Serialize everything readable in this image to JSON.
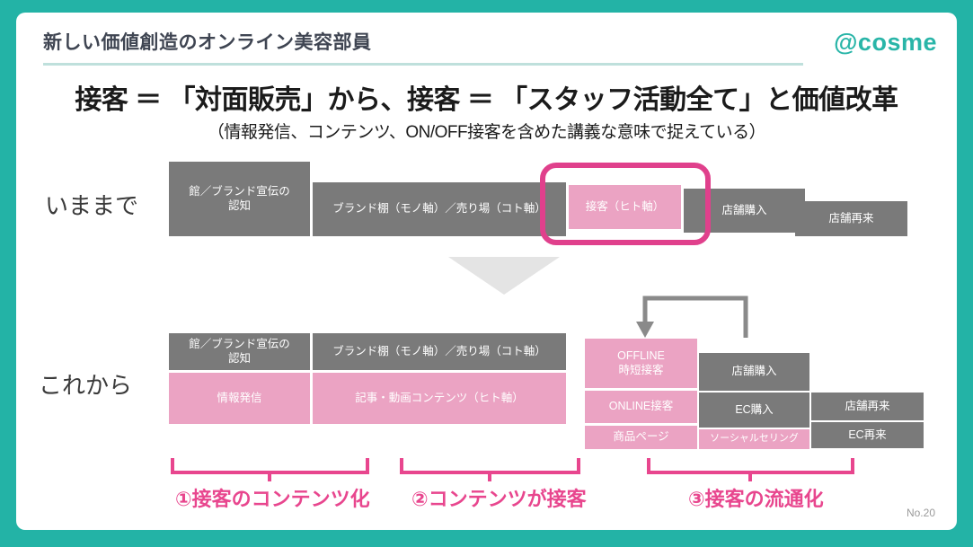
{
  "header": {
    "title": "新しい価値創造のオンライン美容部員",
    "logo": "@cosme"
  },
  "headline": {
    "main": "接客 ＝ 「対面販売」から、接客 ＝ 「スタッフ活動全て」と価値改革",
    "sub": "（情報発信、コンテンツ、ON/OFF接客を含めた講義な意味で捉えている）"
  },
  "rows": {
    "now_label": "いままで",
    "future_label": "これから"
  },
  "now_boxes": [
    {
      "text": "館／ブランド宣伝の\n認知",
      "color": "gray"
    },
    {
      "text": "ブランド棚（モノ軸）／売り場（コト軸）",
      "color": "gray"
    },
    {
      "text": "接客（ヒト軸）",
      "color": "pink"
    },
    {
      "text": "店舗購入",
      "color": "gray"
    },
    {
      "text": "店舗再来",
      "color": "gray"
    }
  ],
  "future_boxes": [
    {
      "text": "館／ブランド宣伝の\n認知",
      "color": "gray"
    },
    {
      "text": "ブランド棚（モノ軸）／売り場（コト軸）",
      "color": "gray"
    },
    {
      "text": "情報発信",
      "color": "pink"
    },
    {
      "text": "記事・動画コンテンツ（ヒト軸）",
      "color": "pink"
    },
    {
      "text": "OFFLINE\n時短接客",
      "color": "pink"
    },
    {
      "text": "ONLINE接客",
      "color": "pink"
    },
    {
      "text": "商品ページ",
      "color": "pink"
    },
    {
      "text": "店舗購入",
      "color": "gray"
    },
    {
      "text": "EC購入",
      "color": "gray"
    },
    {
      "text": "ソーシャルセリング",
      "color": "pink"
    },
    {
      "text": "店舗再来",
      "color": "gray"
    },
    {
      "text": "EC再来",
      "color": "gray"
    }
  ],
  "captions": [
    {
      "text": "①接客のコンテンツ化"
    },
    {
      "text": "②コンテンツが接客"
    },
    {
      "text": "③接客の流通化"
    }
  ],
  "footer": {
    "page_no": "No.20"
  },
  "colors": {
    "teal": "#23B3A6",
    "gray_box": "#7A7A7A",
    "pink_box": "#EBA3C3",
    "magenta": "#E0408C",
    "caption_pink": "#E8468E"
  }
}
